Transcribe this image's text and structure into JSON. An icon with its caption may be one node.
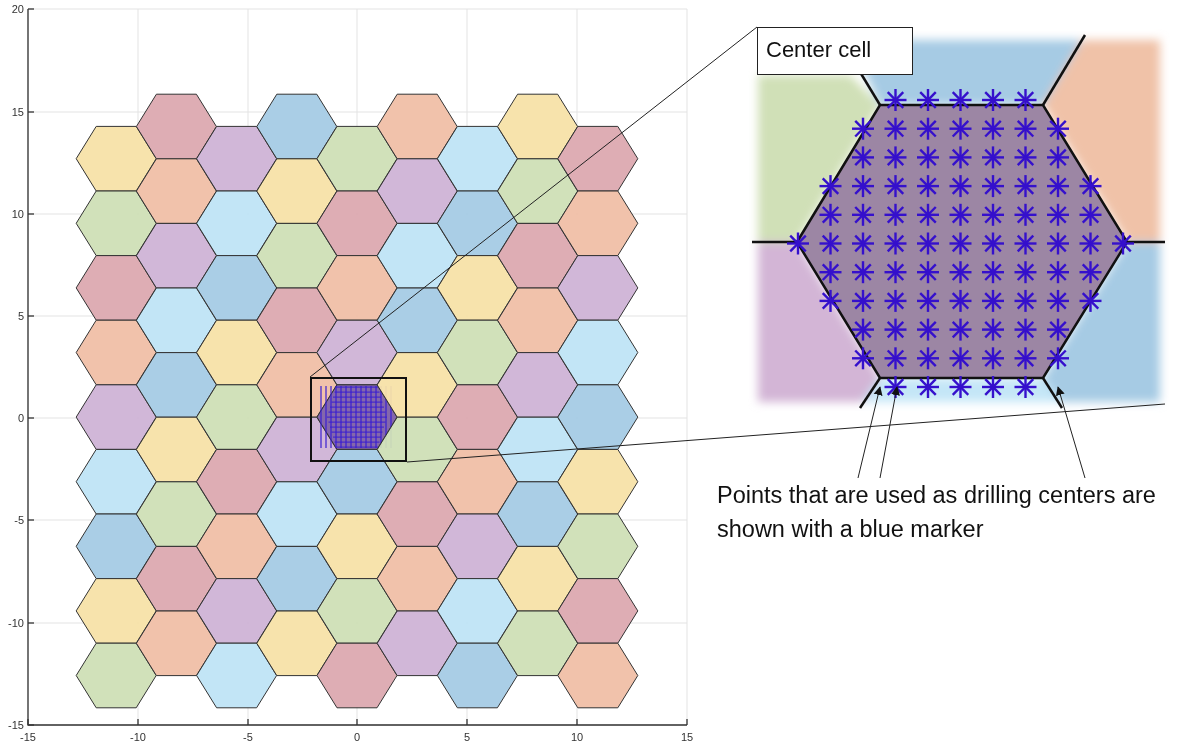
{
  "diagram": {
    "nodes": [
      {
        "text": [],
        "shape": "box"
      },
      {
        "text": [],
        "shape": "picture"
      },
      {
        "text": [
          "Center cell"
        ]
      },
      {
        "text": [
          "Points that are used as drilling centers are shown with a blue marker"
        ]
      }
    ],
    "edges": [
      {
        "from": 0,
        "to": 2,
        "arrow": "none"
      },
      {
        "from": 0,
        "to": 1,
        "arrow": "none"
      },
      {
        "from": 3,
        "to": 1,
        "arrow": "to"
      },
      {
        "from": 3,
        "to": 1,
        "arrow": "to"
      },
      {
        "from": 3,
        "to": 1,
        "arrow": "to"
      }
    ],
    "labels": [
      "20",
      "15",
      "10",
      "5",
      "0",
      "-5",
      "-10",
      "-15",
      "-15",
      "-10",
      "-5",
      "0",
      "5",
      "10",
      "15"
    ]
  }
}
